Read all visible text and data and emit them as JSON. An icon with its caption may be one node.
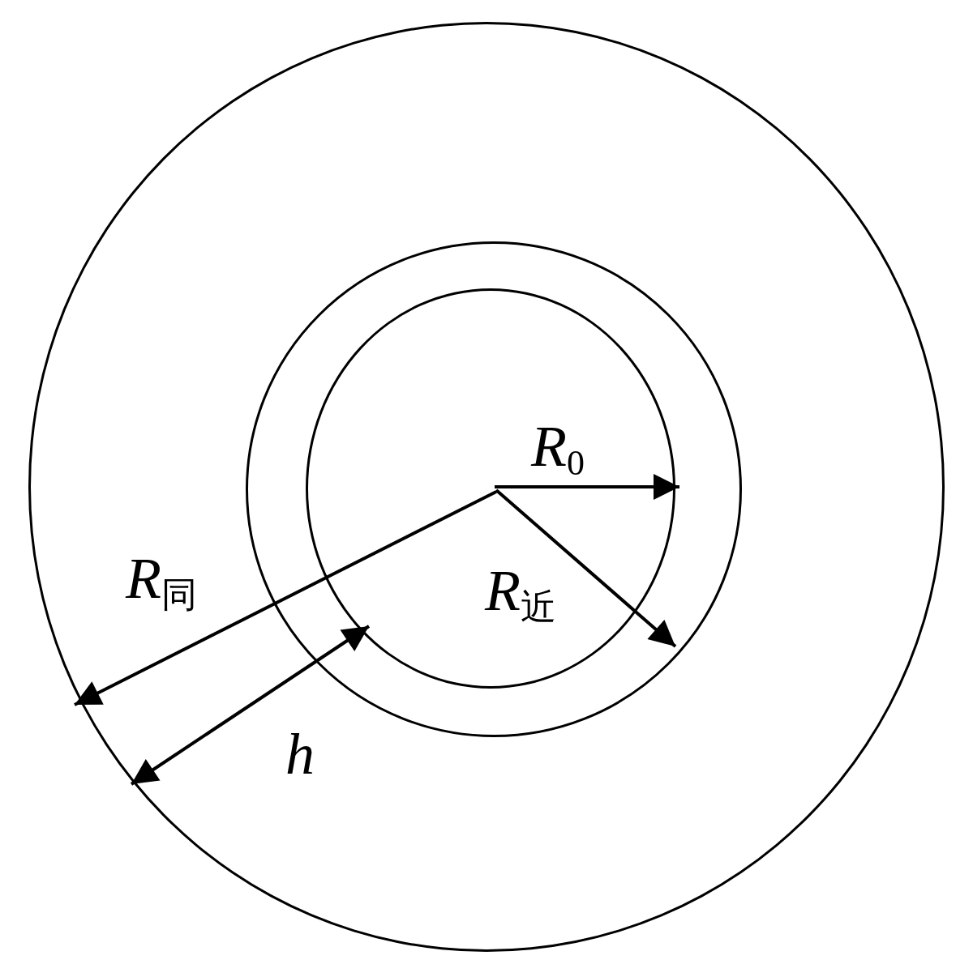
{
  "diagram": {
    "nodes": [
      {
        "text": [],
        "shape": "circle"
      },
      {
        "text": [],
        "shape": "circle",
        "in": 0
      },
      {
        "text": [],
        "shape": "circle",
        "in": 1
      }
    ],
    "labels": [
      "*R*$_{0}$",
      "*R*$_{同}$",
      "*R*$_{近}$",
      "h"
    ]
  }
}
